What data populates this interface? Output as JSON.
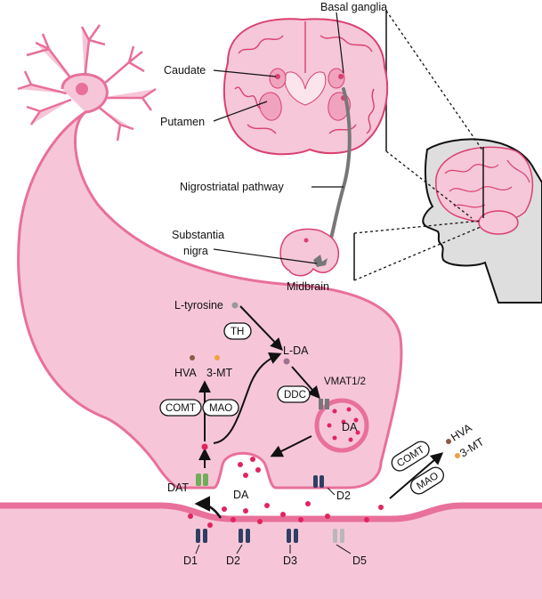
{
  "colors": {
    "neuron_fill": "#f6c6d8",
    "neuron_stroke": "#e8709a",
    "brain_fill": "#f5c7d8",
    "head_fill": "#dedede",
    "dopamine": "#e0245e",
    "receptor_dark": "#2f3f63",
    "receptor_light": "#b8b8b8",
    "dat_green": "#6fae58",
    "precursor_grey": "#999999",
    "metabolite_brown": "#8b5a44",
    "metabolite_orange": "#f0a040"
  },
  "labels": {
    "basal_ganglia": "Basal ganglia",
    "caudate": "Caudate",
    "putamen": "Putamen",
    "nigrostriatal": "Nigrostriatal pathway",
    "substantia_nigra_1": "Substantia",
    "substantia_nigra_2": "nigra",
    "midbrain": "Midbrain",
    "l_tyrosine": "L-tyrosine",
    "th": "TH",
    "l_da": "L-DA",
    "ddc": "DDC",
    "vmat": "VMAT1/2",
    "da_vesicle": "DA",
    "hva_left": "HVA",
    "mt_left": "3-MT",
    "comt_left": "COMT",
    "mao_left": "MAO",
    "dat": "DAT",
    "da_cleft": "DA",
    "d2_pre": "D2",
    "comt_right": "COMT",
    "mao_right": "MAO",
    "hva_right": "HVA",
    "mt_right": "3-MT",
    "d1": "D1",
    "d2_post": "D2",
    "d3": "D3",
    "d5": "D5"
  }
}
